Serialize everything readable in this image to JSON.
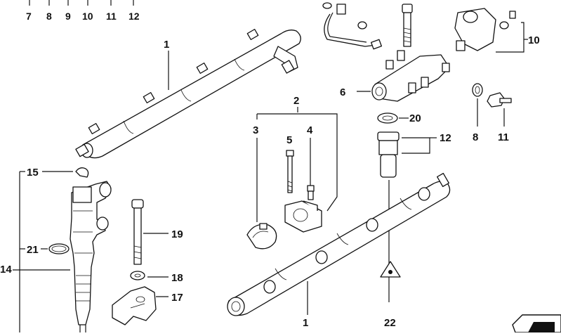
{
  "callouts": {
    "n7": "7",
    "n8top": "8",
    "n9": "9",
    "n10top": "10",
    "n11top": "11",
    "n12top": "12",
    "n1a": "1",
    "n1b": "1",
    "n2": "2",
    "n3": "3",
    "n4": "4",
    "n5": "5",
    "n6": "6",
    "n8": "8",
    "n10": "10",
    "n11": "11",
    "n12": "12",
    "n14": "14",
    "n15": "15",
    "n17": "17",
    "n18": "18",
    "n19": "19",
    "n20": "20",
    "n21": "21",
    "n22": "22"
  },
  "colors": {
    "ink": "#111111",
    "background": "#ffffff"
  },
  "icons": {
    "warning_label": "warning-label-icon",
    "corner_tag": "corner-tag-icon"
  }
}
